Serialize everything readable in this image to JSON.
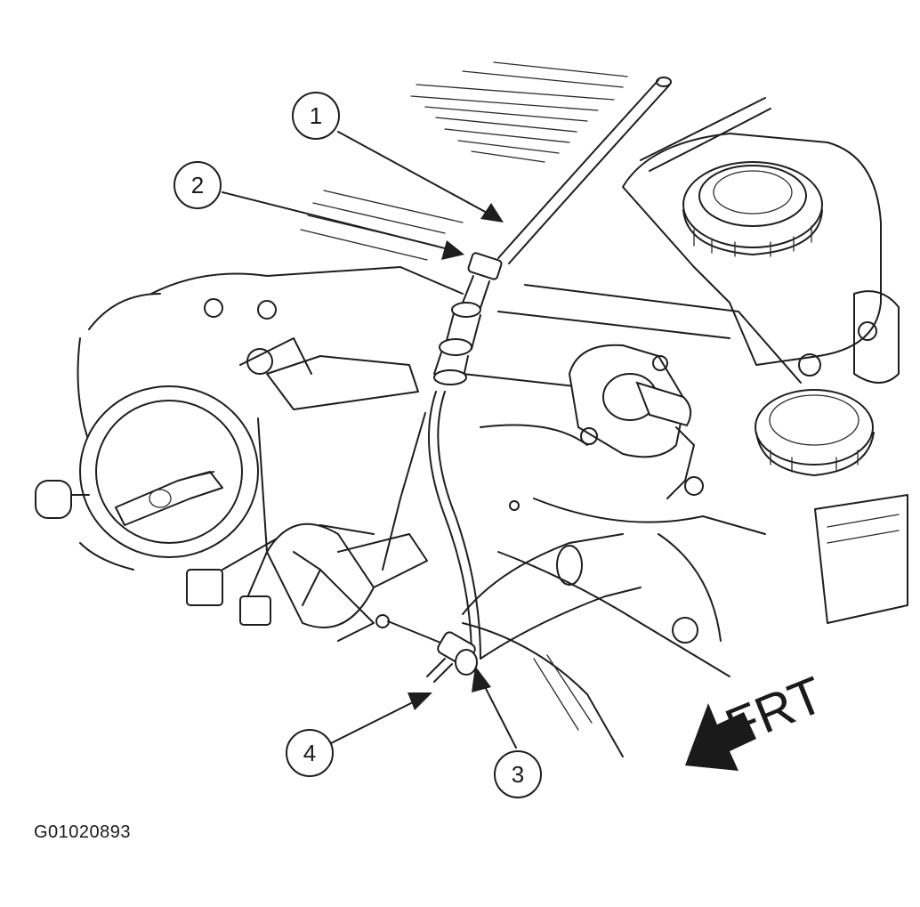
{
  "figure_id": "G01020893",
  "callouts": [
    {
      "number": "1"
    },
    {
      "number": "2"
    },
    {
      "number": "3"
    },
    {
      "number": "4"
    }
  ],
  "direction_label": "FRT",
  "colors": {
    "ink": "#1e1e1e",
    "background": "#ffffff"
  }
}
